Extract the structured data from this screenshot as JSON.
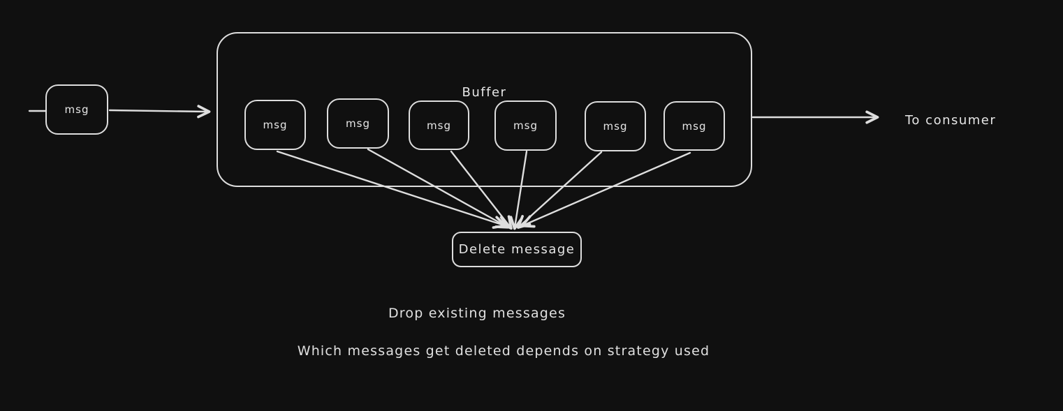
{
  "theme": {
    "background": "#101010",
    "stroke": "#dedede",
    "text": "#e6e6e6"
  },
  "diagram": {
    "incoming_message": {
      "label": "msg"
    },
    "buffer": {
      "title": "Buffer",
      "items": [
        {
          "label": "msg"
        },
        {
          "label": "msg"
        },
        {
          "label": "msg"
        },
        {
          "label": "msg"
        },
        {
          "label": "msg"
        },
        {
          "label": "msg"
        }
      ]
    },
    "delete_box": {
      "label": "Delete message"
    },
    "consumer_label": "To consumer",
    "captions": {
      "line1": "Drop existing messages",
      "line2": "Which messages get deleted depends on strategy used"
    }
  }
}
